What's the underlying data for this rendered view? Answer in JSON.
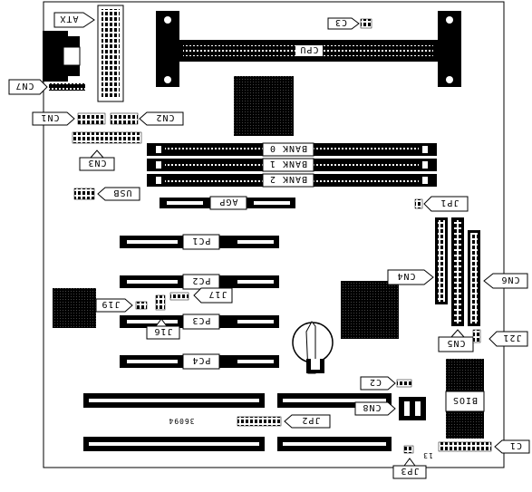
{
  "diagram": {
    "labels": {
      "atx": "ATX",
      "c3": "C3",
      "cpu": "CPU",
      "cn7": "CN7",
      "cn1": "CN1",
      "cn2": "CN2",
      "cn3": "CN3",
      "bank0": "BANK 0",
      "bank1": "BANK 1",
      "bank2": "BANK 2",
      "usb": "USB",
      "agp": "AGP",
      "jp1": "JP1",
      "pc1": "PC1",
      "pc2": "PC2",
      "pc3": "PC3",
      "pc4": "PC4",
      "cn4": "CN4",
      "cn5": "CN5",
      "cn6": "CN6",
      "j17": "J17",
      "j19": "J19",
      "j16": "J16",
      "j21": "J21",
      "c2": "C2",
      "cn8": "CN8",
      "bios": "BIOS",
      "board_id": "36094",
      "jp2": "JP2",
      "c1": "C1",
      "jp3": "JP3",
      "pin_13": "13"
    },
    "colors": {
      "ink": "#000000",
      "paper": "#ffffff"
    }
  }
}
